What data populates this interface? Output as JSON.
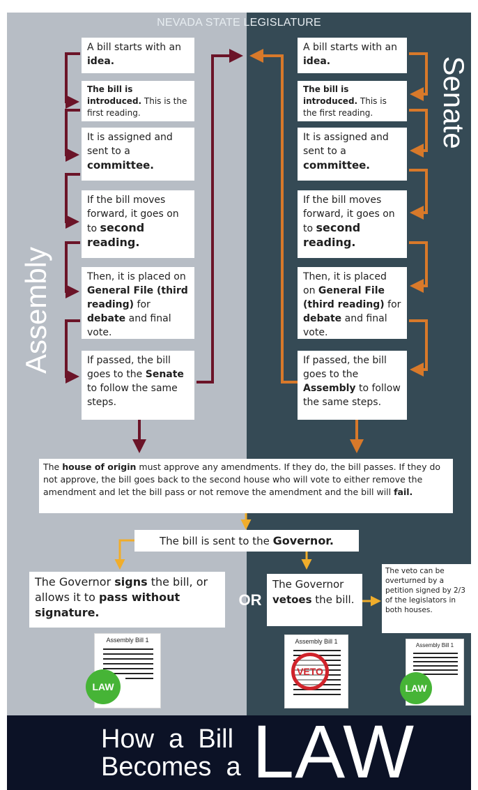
{
  "colors": {
    "assembly_bg": "#b7bdc5",
    "senate_bg": "#354a55",
    "footer_bg": "#0c1226",
    "assembly_arrow": "#6b1428",
    "senate_arrow": "#d8792a",
    "governor_arrow": "#f0ad2b",
    "law_badge": "#46b436",
    "veto_stamp": "#d0232b"
  },
  "header": {
    "title": "NEVADA STATE LEGISLATURE"
  },
  "sides": {
    "assembly": "Assembly",
    "senate": "Senate"
  },
  "assembly_steps": [
    {
      "pre": "A bill starts with an ",
      "b1": "idea.",
      "mid": "",
      "b2": "",
      "post": ""
    },
    {
      "pre": "",
      "b1": "The bill is introduced.",
      "mid": " This is the first reading.",
      "b2": "",
      "post": ""
    },
    {
      "pre": "It is assigned and sent to a ",
      "b1": "committee.",
      "mid": "",
      "b2": "",
      "post": ""
    },
    {
      "pre": "If the bill moves forward, it goes on to ",
      "b1": "second reading.",
      "mid": "",
      "b2": "",
      "post": ""
    },
    {
      "pre": "Then, it is placed on ",
      "b1": "General File (third reading)",
      "mid": " for ",
      "b2": "debate",
      "post": " and final vote."
    },
    {
      "pre": "If passed, the bill goes to the ",
      "b1": "Senate",
      "mid": " to follow the same steps.",
      "b2": "",
      "post": ""
    }
  ],
  "senate_steps": [
    {
      "pre": "A bill starts with an ",
      "b1": "idea.",
      "mid": "",
      "b2": "",
      "post": ""
    },
    {
      "pre": "",
      "b1": "The bill is introduced.",
      "mid": " This is the first reading.",
      "b2": "",
      "post": ""
    },
    {
      "pre": "It is assigned and sent to a ",
      "b1": "committee.",
      "mid": "",
      "b2": "",
      "post": ""
    },
    {
      "pre": "If the bill moves forward, it goes on to ",
      "b1": "second reading.",
      "mid": "",
      "b2": "",
      "post": ""
    },
    {
      "pre": "Then, it is placed on ",
      "b1": "General File (third reading)",
      "mid": " for ",
      "b2": "debate",
      "post": " and final vote."
    },
    {
      "pre": "If passed, the bill goes to the ",
      "b1": "Assembly",
      "mid": " to follow the same steps.",
      "b2": "",
      "post": ""
    }
  ],
  "origin": {
    "pre": "The ",
    "b1": "house of origin",
    "mid": " must approve any amendments. If they do, the bill passes. If they do not approve, the bill goes back to the second house who will vote to either remove the amendment and let the bill pass or not remove the amendment and the bill will ",
    "b2": "fail.",
    "post": ""
  },
  "governor": {
    "pre": "The bill is sent to the ",
    "b1": "Governor.",
    "mid": "",
    "b2": "",
    "post": ""
  },
  "signs": {
    "pre": "The Governor ",
    "b1": "signs",
    "mid": " the bill, or allows it to ",
    "b2": "pass without signature.",
    "post": ""
  },
  "or_label": "OR",
  "vetoes": {
    "pre": "The Governor ",
    "b1": "vetoes",
    "mid": " the bill.",
    "b2": "",
    "post": ""
  },
  "override": {
    "pre": "The veto can be overturned by a petition signed by 2/3 of the legislators in both houses.",
    "b1": "",
    "mid": "",
    "b2": "",
    "post": ""
  },
  "docs": {
    "signed": {
      "title": "Assembly Bill 1",
      "badge": "LAW"
    },
    "vetoed": {
      "title": "Assembly Bill 1",
      "stamp": "VETO"
    },
    "overridden": {
      "title": "Assembly Bill 1",
      "badge": "LAW"
    }
  },
  "footer": {
    "line1": "How  a  Bill",
    "line2": "Becomes  a",
    "big": "LAW"
  }
}
